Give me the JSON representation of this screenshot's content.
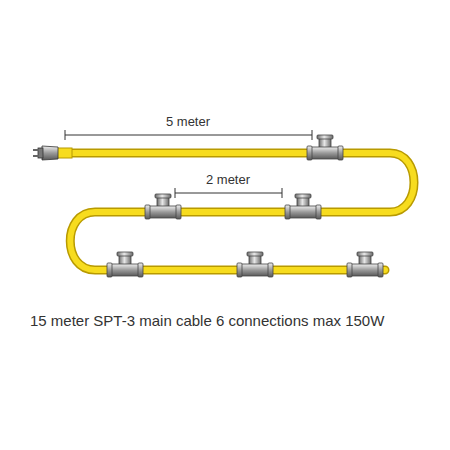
{
  "diagram": {
    "caption": "15 meter SPT-3 main cable 6 connections max 150W",
    "labels": [
      "5 meter",
      "2 meter"
    ]
  }
}
